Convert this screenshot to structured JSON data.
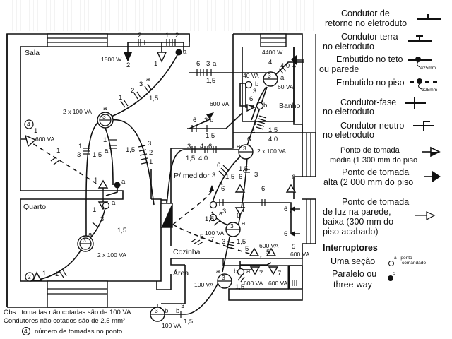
{
  "rooms": {
    "sala": "Sala",
    "quarto": "Quarto",
    "banho": "Banho",
    "cozinha": "Cozinha",
    "area": "Área"
  },
  "labels": {
    "meter": "P/ medidor",
    "sala_shower_power": "1500 W",
    "banho_heater_power": "4400 W",
    "sala_light_load": "2 x 100 VA",
    "quarto_light_load": "2 x 100 VA",
    "hall_light_load": "2 x 100 VA",
    "sala_outlet_load": "600 VA",
    "banho_outlet_load": "600 VA",
    "banho_light_40": "40 VA",
    "banho_light_60": "60 VA",
    "cozinha_light_load": "100 VA",
    "cozinha_outlet_1": "600 VA",
    "cozinha_outlet_2": "600 VA",
    "area_light_load": "100 VA",
    "area_outlet_1": "600 VA",
    "area_outlet_2": "600 VA",
    "ext_light_load": "100 VA",
    "sala_outlet_count": "4",
    "quarto_outlet_count": "2",
    "lamp_circuit": "3"
  },
  "circuits": {
    "c1": "1",
    "c2": "2",
    "c3": "3",
    "c4": "4",
    "c5": "5",
    "c6": "6",
    "c7": "7",
    "s15": "1,5",
    "s40": "4,0",
    "sw_a": "a",
    "sw_b": "b"
  },
  "notes": {
    "line1": "Obs.: tomadas não cotadas são de 100 VA",
    "line2": "Condutores não cotados são de 2,5 mm²",
    "line3": "número de tomadas no ponto",
    "sample_count": "4"
  },
  "legend": {
    "items": [
      {
        "line1": "Condutor de",
        "line2": "retorno no eletroduto",
        "symbol": "return-conductor"
      },
      {
        "line1": "Condutor terra",
        "line2": "no eletroduto",
        "symbol": "ground-conductor"
      },
      {
        "line1": "Embutido no teto",
        "line2": "ou parede",
        "symbol": "ceiling-conduit"
      },
      {
        "line1": "Embutido no piso",
        "line2": "",
        "symbol": "floor-conduit"
      },
      {
        "line1": "Condutor-fase",
        "line2": "no eletroduto",
        "symbol": "phase-conductor"
      },
      {
        "line1": "Condutor neutro",
        "line2": "no eletroduto",
        "symbol": "neutral-conductor"
      },
      {
        "line1": "Ponto de tomada",
        "line2": "média (1 300 mm do piso",
        "symbol": "medium-outlet"
      },
      {
        "line1": "Ponto de tomada",
        "line2": "alta (2 000 mm do piso",
        "symbol": "high-outlet"
      },
      {
        "line1": "Ponto de tomada",
        "line2": "de luz na parede,",
        "line3": "baixa (300 mm do",
        "line4": "piso acabado)",
        "symbol": "low-outlet"
      }
    ],
    "conduit_size": "ø25mm",
    "switches_title": "Interruptores",
    "single_switch": "Uma seção",
    "single_note_1": "a - ponto",
    "single_note_2": "comandado",
    "threeway_1": "Paralelo ou",
    "threeway_2": "three-way",
    "threeway_mark": "c"
  }
}
